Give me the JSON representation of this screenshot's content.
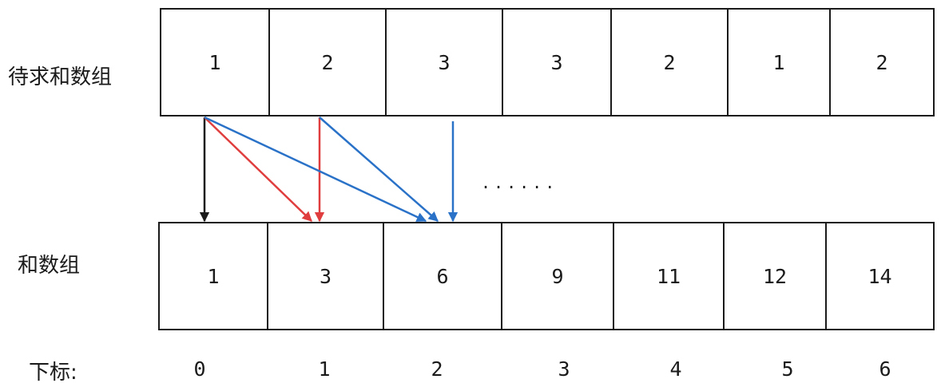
{
  "input_array": {
    "label": "待求和数组",
    "values": [
      "1",
      "2",
      "3",
      "3",
      "2",
      "1",
      "2"
    ]
  },
  "prefix_array": {
    "label": "和数组",
    "values": [
      "1",
      "3",
      "6",
      "9",
      "11",
      "12",
      "14"
    ]
  },
  "indices": {
    "label": "下标:",
    "values": [
      "0",
      "1",
      "2",
      "3",
      "4",
      "5",
      "6"
    ]
  },
  "ellipsis": "......",
  "colors": {
    "black": "#1a1a1a",
    "red": "#e03e3e",
    "blue": "#2a72c8"
  },
  "arrows": [
    {
      "from_input_index": 0,
      "to_prefix_index": 0,
      "color": "black"
    },
    {
      "from_input_index": 0,
      "to_prefix_index": 1,
      "color": "red"
    },
    {
      "from_input_index": 1,
      "to_prefix_index": 1,
      "color": "red"
    },
    {
      "from_input_index": 0,
      "to_prefix_index": 2,
      "color": "blue"
    },
    {
      "from_input_index": 1,
      "to_prefix_index": 2,
      "color": "blue"
    },
    {
      "from_input_index": 2,
      "to_prefix_index": 2,
      "color": "blue"
    }
  ]
}
